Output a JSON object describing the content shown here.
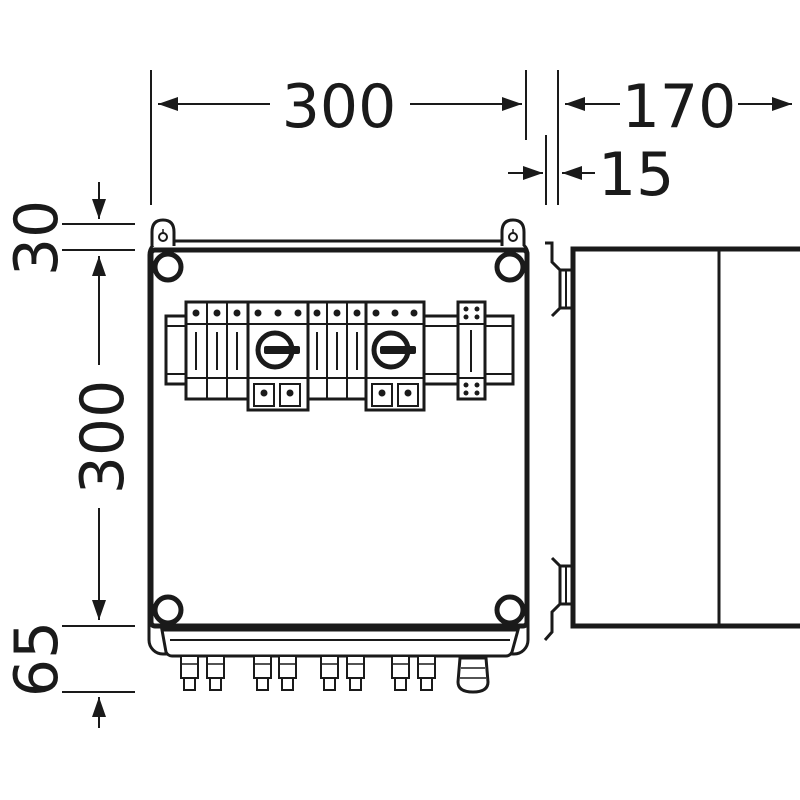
{
  "dimensions": {
    "front_width": "300",
    "side_depth": "170",
    "door_offset": "15",
    "top_margin": "30",
    "front_height": "300",
    "bottom_margin": "65"
  }
}
